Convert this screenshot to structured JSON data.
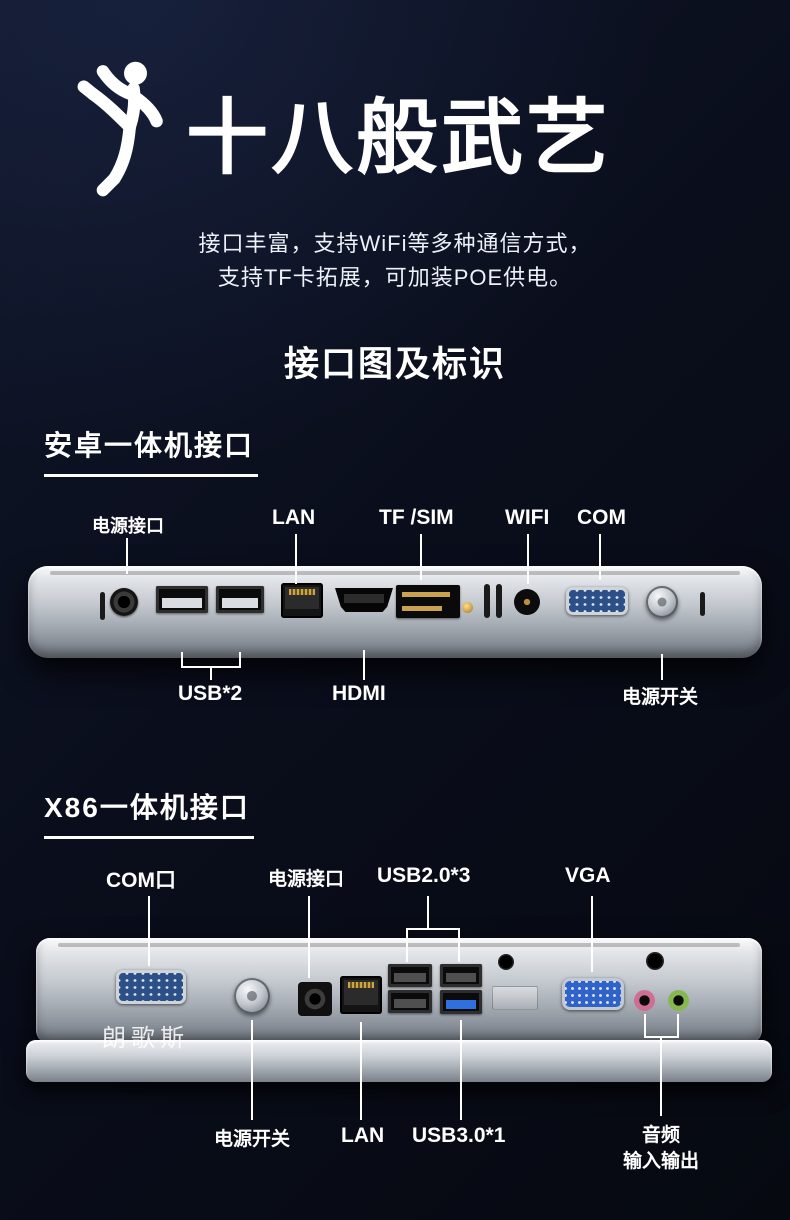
{
  "theme": {
    "bg": "#0a0e1c",
    "text": "#ffffff",
    "panel_silver": "#c3c8ce",
    "callout_line": "#ffffff"
  },
  "hero": {
    "figure_icon": "kungfu-kick-silhouette",
    "title": "十八般武艺",
    "subtitle_line1": "接口丰富，支持WiFi等多种通信方式，",
    "subtitle_line2": "支持TF卡拓展，可加装POE供电。"
  },
  "section_title": "接口图及标识",
  "android": {
    "heading": "安卓一体机接口",
    "labels": {
      "power_port": "电源接口",
      "lan": "LAN",
      "tf_sim": "TF /SIM",
      "wifi": "WIFI",
      "com": "COM",
      "usb2": "USB*2",
      "hdmi": "HDMI",
      "power_switch": "电源开关"
    }
  },
  "x86": {
    "heading": "X86一体机接口",
    "labels": {
      "com_port": "COM口",
      "power_port": "电源接口",
      "usb20x3": "USB2.0*3",
      "vga": "VGA",
      "power_switch": "电源开关",
      "lan": "LAN",
      "usb30x1": "USB3.0*1",
      "audio_line1": "音频",
      "audio_line2": "输入输出"
    },
    "watermark": "朗歌斯"
  }
}
